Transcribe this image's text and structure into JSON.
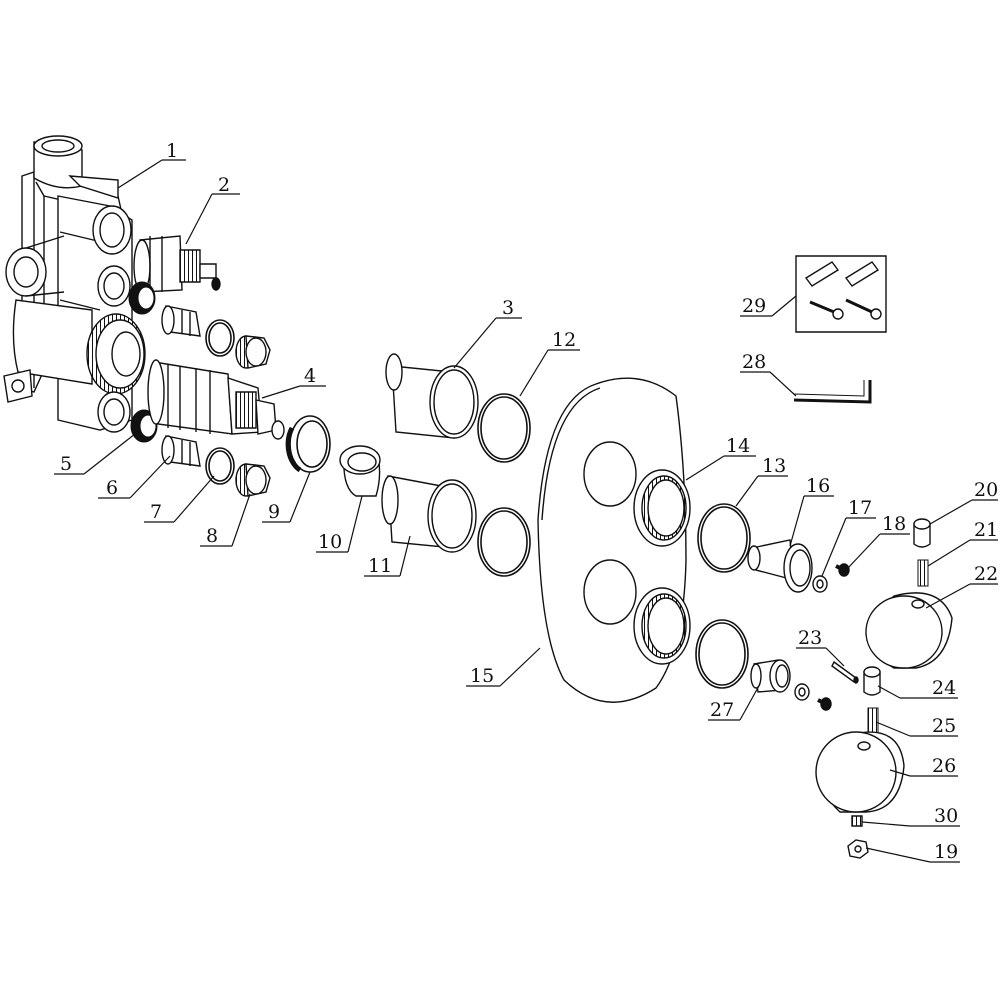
{
  "diagram": {
    "type": "exploded-parts-view",
    "callouts": [
      {
        "id": "1",
        "label": "1"
      },
      {
        "id": "2",
        "label": "2"
      },
      {
        "id": "3",
        "label": "3"
      },
      {
        "id": "4",
        "label": "4"
      },
      {
        "id": "5",
        "label": "5"
      },
      {
        "id": "6",
        "label": "6"
      },
      {
        "id": "7",
        "label": "7"
      },
      {
        "id": "8",
        "label": "8"
      },
      {
        "id": "9",
        "label": "9"
      },
      {
        "id": "10",
        "label": "10"
      },
      {
        "id": "11",
        "label": "11"
      },
      {
        "id": "12",
        "label": "12"
      },
      {
        "id": "13",
        "label": "13"
      },
      {
        "id": "14",
        "label": "14"
      },
      {
        "id": "15",
        "label": "15"
      },
      {
        "id": "16",
        "label": "16"
      },
      {
        "id": "17",
        "label": "17"
      },
      {
        "id": "18",
        "label": "18"
      },
      {
        "id": "19",
        "label": "19"
      },
      {
        "id": "20",
        "label": "20"
      },
      {
        "id": "21",
        "label": "21"
      },
      {
        "id": "22",
        "label": "22"
      },
      {
        "id": "23",
        "label": "23"
      },
      {
        "id": "24",
        "label": "24"
      },
      {
        "id": "25",
        "label": "25"
      },
      {
        "id": "26",
        "label": "26"
      },
      {
        "id": "27",
        "label": "27"
      },
      {
        "id": "28",
        "label": "28"
      },
      {
        "id": "29",
        "label": "29"
      },
      {
        "id": "30",
        "label": "30"
      }
    ]
  }
}
